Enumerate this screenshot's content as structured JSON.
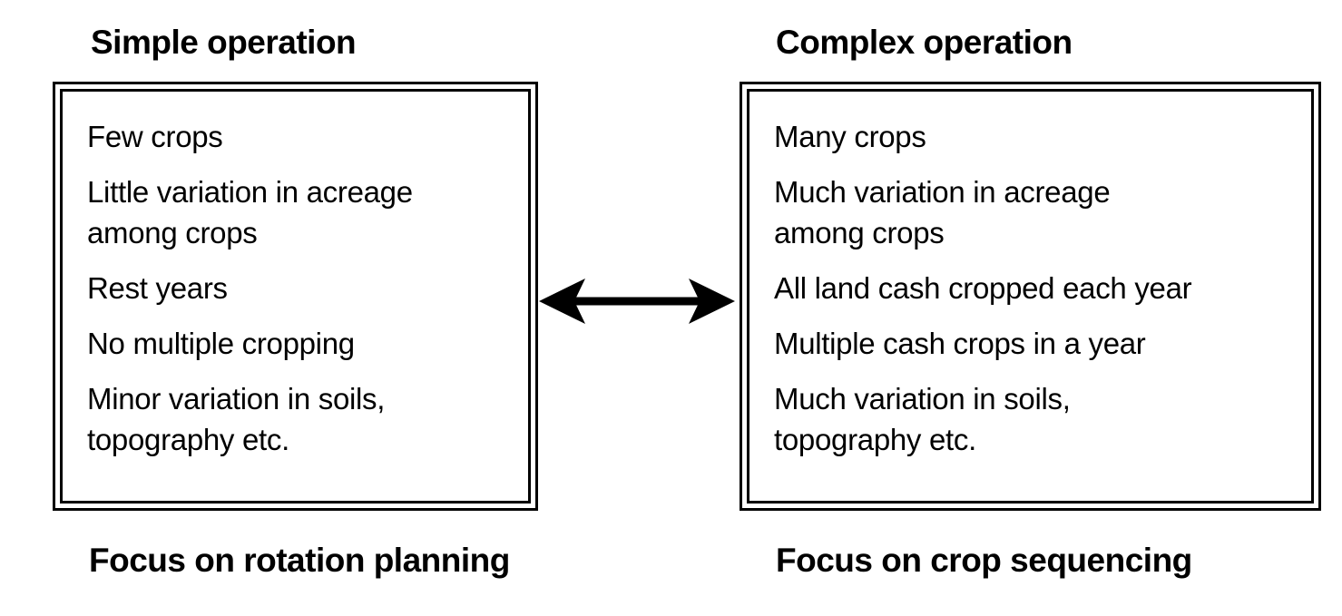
{
  "left_panel": {
    "heading": "Simple operation",
    "items": [
      "Few crops",
      "Little variation in acreage\namong crops",
      "Rest years",
      "No multiple cropping",
      "Minor variation in soils,\ntopography etc."
    ],
    "footer": "Focus on rotation planning"
  },
  "right_panel": {
    "heading": "Complex operation",
    "items": [
      "Many crops",
      "Much variation in acreage\namong crops",
      "All land cash cropped each year",
      "Multiple cash crops in a year",
      "Much variation in soils,\ntopography etc."
    ],
    "footer": "Focus on crop sequencing"
  },
  "arrow": {
    "icon": "double-headed-arrow",
    "color": "#000000"
  },
  "colors": {
    "background": "#ffffff",
    "text": "#000000",
    "border": "#000000"
  }
}
